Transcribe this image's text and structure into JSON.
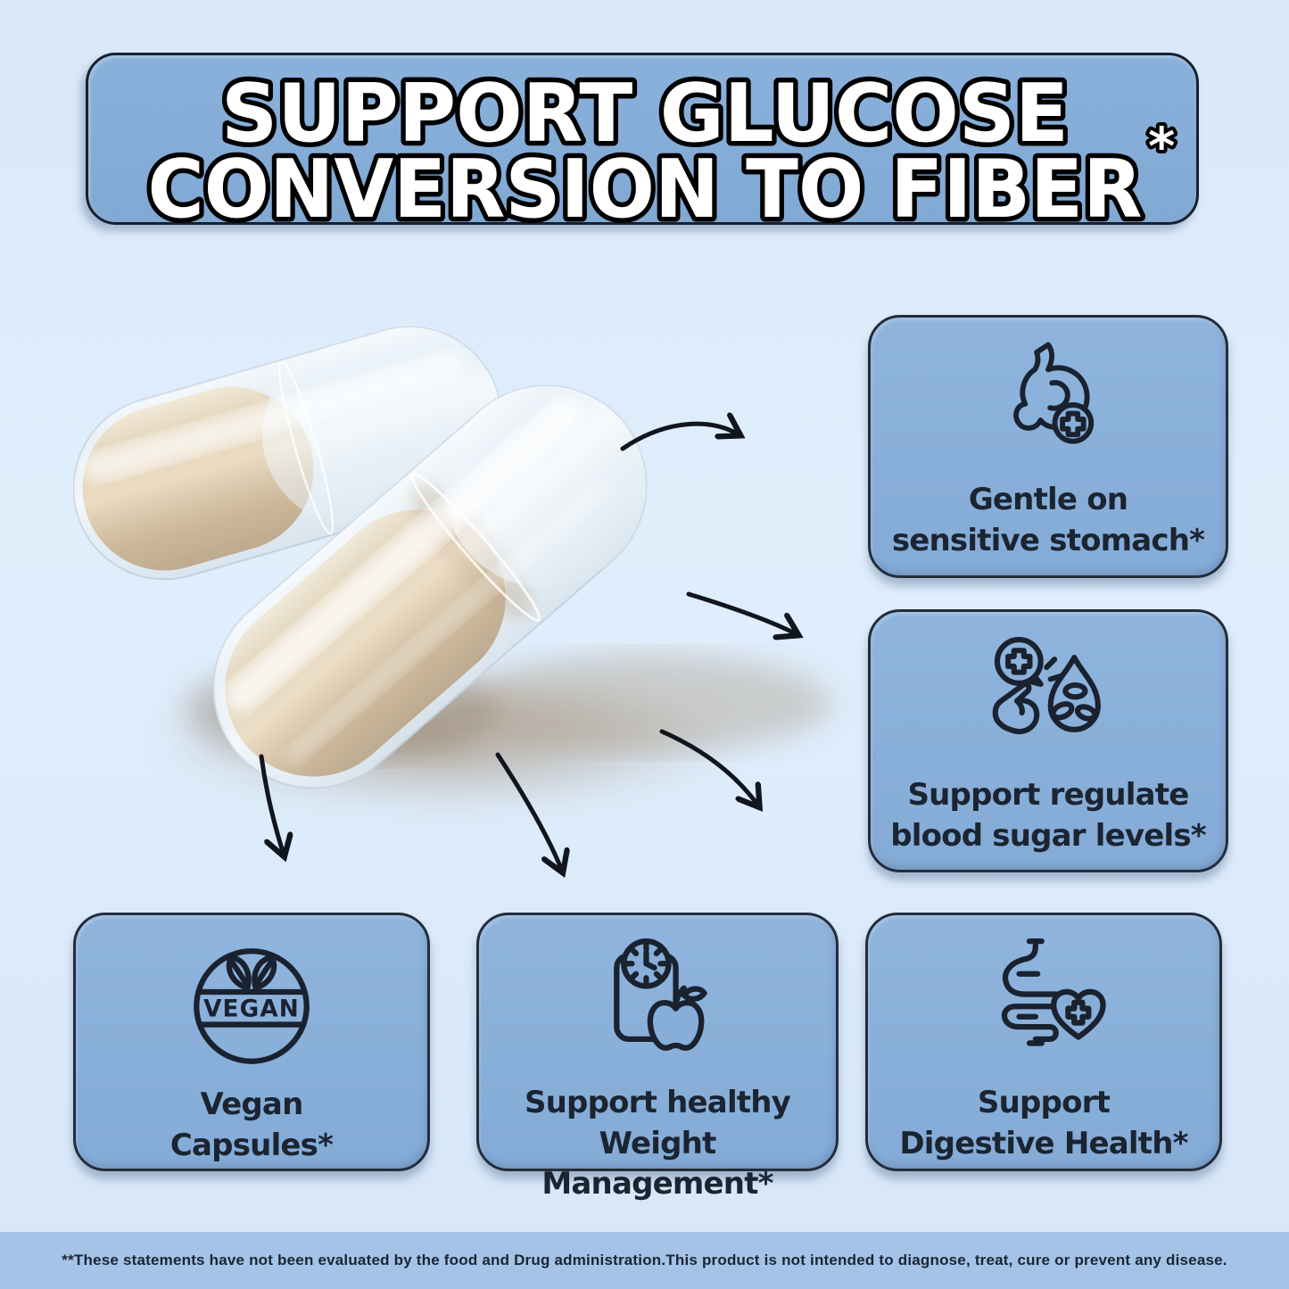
{
  "colors": {
    "page_background": "#dceafa",
    "banner_blue": "#82aad5",
    "card_blue": "#87b0da",
    "footer_blue": "#a4c3e6",
    "outline_ink": "#1a2230",
    "label_text": "#1b2431",
    "title_fill": "#ffffff",
    "title_outline": "#000000",
    "capsule_powder": "#dcc296"
  },
  "title_banner": {
    "line1": "SUPPORT GLUCOSE",
    "line2": "CONVERSION TO FIBER",
    "asterisk": "*"
  },
  "hero": {
    "icon": "capsules-photo"
  },
  "arrows": [
    "arrow-to-stomach-card",
    "arrow-to-bloodsugar-card",
    "arrow-to-digestive-card",
    "arrow-to-weight-card",
    "arrow-to-vegan-card"
  ],
  "features": [
    {
      "icon": "stomach-plus-icon",
      "line1": "Gentle on",
      "line2": "sensitive stomach*"
    },
    {
      "icon": "blood-drop-plus-hand-icon",
      "line1": "Support regulate",
      "line2": "blood sugar levels*"
    },
    {
      "icon": "vegan-badge-icon",
      "badge_text": "VEGAN",
      "line1": "Vegan",
      "line2": "Capsules*"
    },
    {
      "icon": "clipboard-clock-apple-icon",
      "line1": "Support healthy",
      "line2": "Weight Management*"
    },
    {
      "icon": "intestine-heart-plus-icon",
      "line1": "Support",
      "line2": "Digestive Health*"
    }
  ],
  "footer": {
    "disclaimer": "**These statements have not been evaluated by the food and Drug administration.This product is not intended to diagnose, treat, cure or prevent any disease."
  }
}
